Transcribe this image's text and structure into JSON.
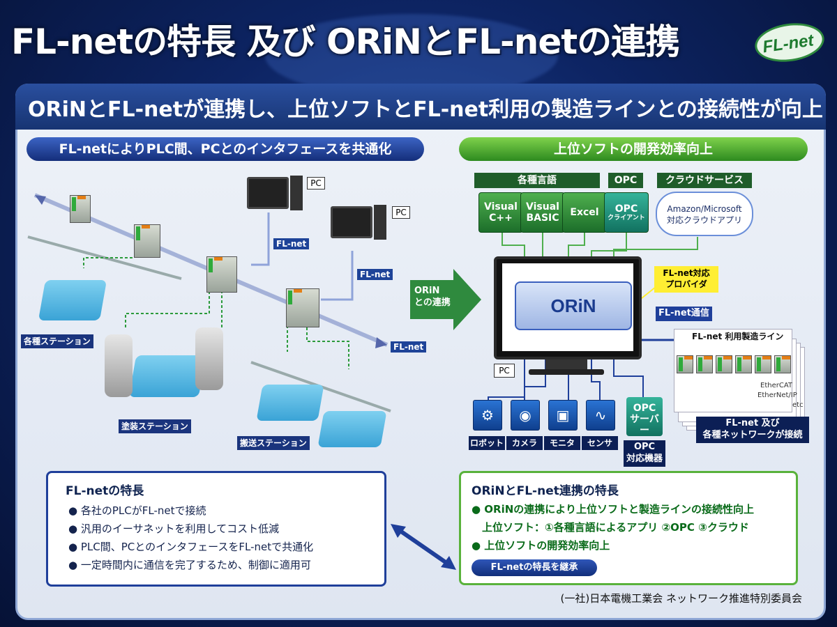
{
  "header": {
    "title": "FL-netの特長 及び ORiNとFL-netの連携",
    "logo_text": "FL-net"
  },
  "subtitle": "ORiNとFL-netが連携し、上位ソフトとFL-net利用の製造ラインとの接続性が向上",
  "left_section": {
    "pill": "FL-netによりPLC間、PCとのインタフェースを共通化",
    "pc_labels": [
      "PC",
      "PC"
    ],
    "net_labels": [
      "FL-net",
      "FL-net",
      "FL-net"
    ],
    "stations": [
      "各種ステーション",
      "塗装ステーション",
      "搬送ステーション"
    ]
  },
  "right_section": {
    "pill": "上位ソフトの開発効率向上",
    "group_languages": "各種言語",
    "group_opc": "OPC",
    "group_cloud": "クラウドサービス",
    "apps": [
      {
        "label": "Visual\nC++"
      },
      {
        "label": "Visual\nBASIC"
      },
      {
        "label": "Excel"
      },
      {
        "label": "OPC",
        "sub": "クライアント"
      }
    ],
    "cloud_text": "Amazon/Microsoft\n対応クラウドアプリ",
    "arrow_label": "ORiN\nとの連携",
    "orin_logo": "ORiN",
    "provider_label": "FL-net対応\nプロバイダ",
    "flnet_comm": "FL-net通信",
    "pc_label": "PC",
    "line_label": "FL-net 利用製造ライン",
    "networks": [
      "EtherCAT",
      "EtherNet/IP",
      "etc"
    ],
    "network_note": "FL-net 及び\n各種ネットワークが接続",
    "devices": [
      "ロボット",
      "カメラ",
      "モニタ",
      "センサ"
    ],
    "opc_server": "OPC\nサーバー",
    "opc_devices": "OPC\n対応機器"
  },
  "features_left": {
    "title": "FL-netの特長",
    "items": [
      "● 各社のPLCがFL-netで接続",
      "● 汎用のイーサネットを利用してコスト低減",
      "● PLC間、PCとのインタフェースをFL-netで共通化",
      "● 一定時間内に通信を完了するため、制御に適用可"
    ]
  },
  "features_right": {
    "title": "ORiNとFL-net連携の特長",
    "items": [
      "● ORiNの連携により上位ソフトと製造ラインの接続性向上",
      "　上位ソフト：①各種言語によるアプリ ②OPC ③クラウド",
      "● 上位ソフトの開発効率向上"
    ],
    "inherit": "FL-netの特長を継承"
  },
  "footer": "(一社)日本電機工業会 ネットワーク推進特別委員会",
  "colors": {
    "navy": "#1f3f9a",
    "green": "#59b23b",
    "callout": "#ffee33"
  }
}
